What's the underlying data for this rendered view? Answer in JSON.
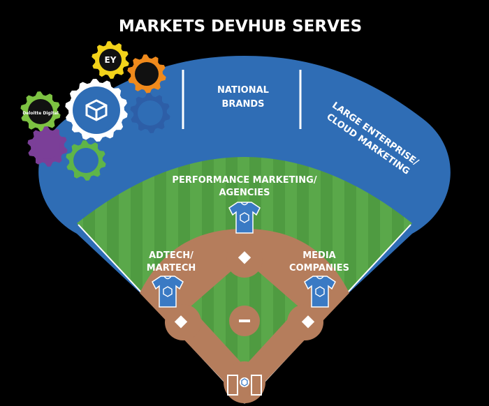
{
  "title": "MARKETS DEVHUB SERVES",
  "outfield": {
    "left_top_label": "NATIONAL",
    "left_bottom_label": "BRANDS",
    "right_line1": "LARGE ENTERPRISE/",
    "right_line2": "CLOUD MARKETING"
  },
  "infield": {
    "center_line1": "PERFORMANCE MARKETING/",
    "center_line2": "AGENCIES",
    "left_line1": "ADTECH/",
    "left_line2": "MARTECH",
    "right_line1": "MEDIA",
    "right_line2": "COMPANIES"
  },
  "gears": [
    {
      "name": "ey-gear",
      "label": "EY",
      "color": "#f2d21a"
    },
    {
      "name": "orange-gear",
      "label": "",
      "color": "#f08a1c"
    },
    {
      "name": "devhub-main-gear",
      "label": "",
      "color": "#ffffff"
    },
    {
      "name": "navy-gear",
      "label": "",
      "color": "#2d5ea7"
    },
    {
      "name": "deloitte-gear",
      "label": "Deloitte Digital",
      "color": "#7dc242"
    },
    {
      "name": "purple-gear",
      "label": "",
      "color": "#7b3f98"
    },
    {
      "name": "green-gear",
      "label": "",
      "color": "#5fb548"
    }
  ],
  "colors": {
    "outfield_blue": "#2f6db5",
    "grass_light": "#5aa84a",
    "grass_dark": "#4f9b41",
    "dirt": "#b57d5c",
    "jersey": "#3a7ac4"
  },
  "icons": [
    "devhub-cube-icon",
    "jersey-icon",
    "base-icon"
  ]
}
